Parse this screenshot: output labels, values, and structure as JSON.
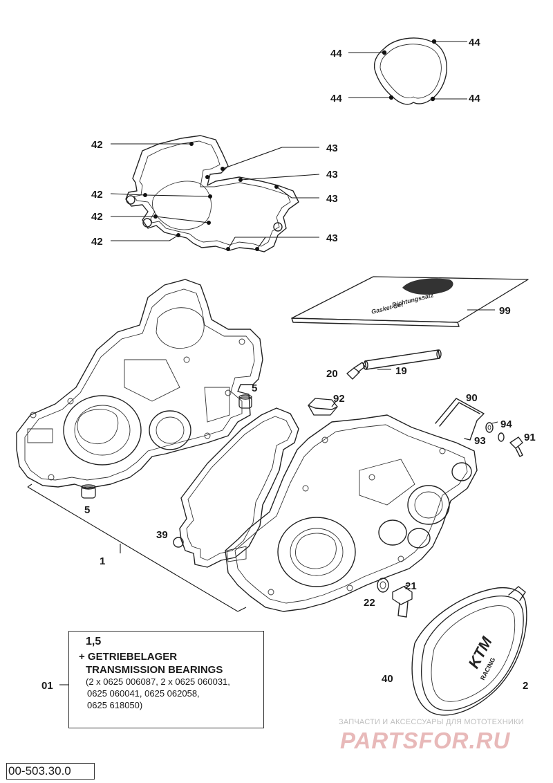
{
  "diagram": {
    "labels": {
      "l44a": "44",
      "l44b": "44",
      "l44c": "44",
      "l44d": "44",
      "l42a": "42",
      "l42b": "42",
      "l42c": "42",
      "l42d": "42",
      "l43a": "43",
      "l43b": "43",
      "l43c": "43",
      "l43d": "43",
      "l99": "99",
      "l20": "20",
      "l19": "19",
      "l92": "92",
      "l90": "90",
      "l94": "94",
      "l93": "93",
      "l91": "91",
      "l5a": "5",
      "l5b": "5",
      "l39": "39",
      "l1": "1",
      "l21": "21",
      "l22": "22",
      "l40": "40",
      "l2": "2",
      "l01": "01"
    },
    "kit_card": {
      "line1": "Dichtungssatz",
      "line2": "Gasket-Set"
    },
    "cover_logo": {
      "brand": "KTM",
      "sub": "RACING"
    }
  },
  "note": {
    "qty": "1,5",
    "line1": "+ GETRIEBELAGER",
    "line2": "TRANSMISSION BEARINGS",
    "line3": "(2 x 0625 006087, 2 x 0625 060031,",
    "line4": "0625 060041, 0625 062058,",
    "line5": "0625 618050)"
  },
  "ref_code": "00-503.30.0",
  "watermark": {
    "tagline": "ЗАПЧАСТИ И АКСЕССУАРЫ ДЛЯ МОТОТЕХНИКИ",
    "site": "PARTSFOR.RU"
  }
}
